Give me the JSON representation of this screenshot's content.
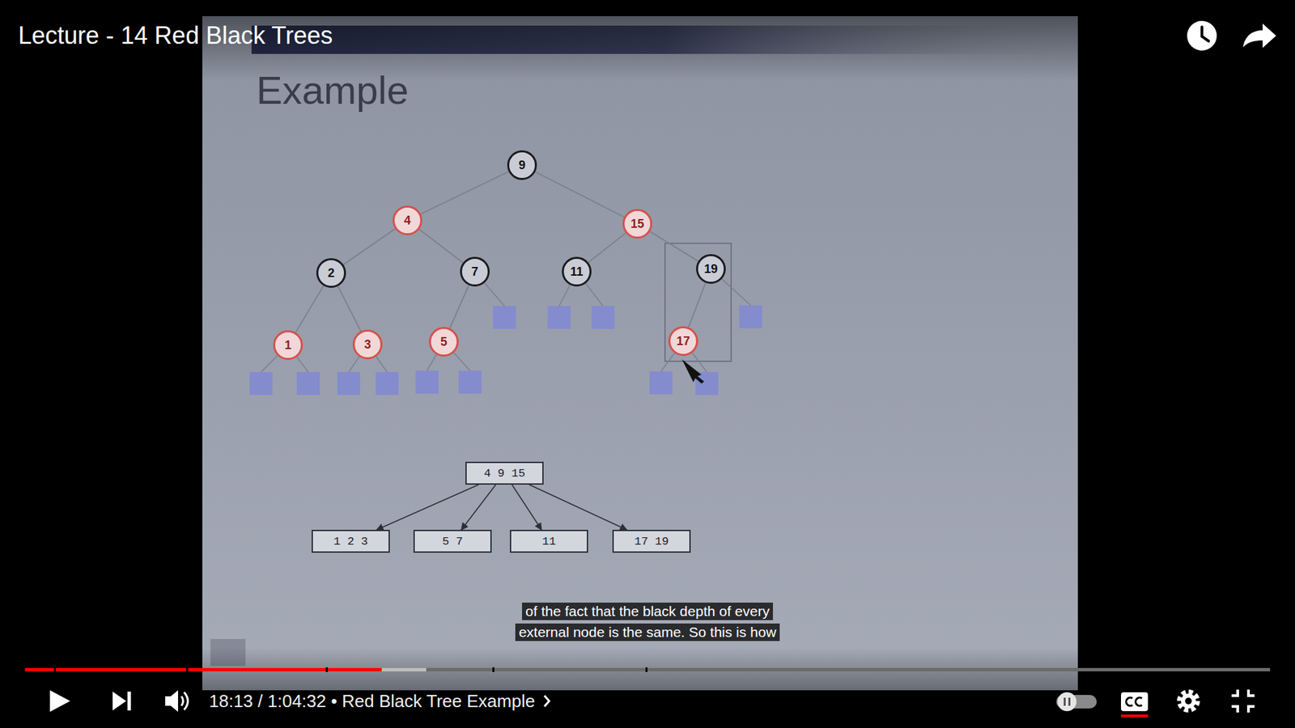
{
  "diagram": {
    "title": "Example",
    "nodes": [
      {
        "text": [
          "9"
        ]
      },
      {
        "text": [
          "4"
        ]
      },
      {
        "text": [
          "15"
        ]
      },
      {
        "text": [
          "2"
        ]
      },
      {
        "text": [
          "7"
        ]
      },
      {
        "text": [
          "11"
        ]
      },
      {
        "text": [
          "19"
        ]
      },
      {
        "text": [
          "1"
        ]
      },
      {
        "text": [
          "3"
        ]
      },
      {
        "text": [
          "5"
        ]
      },
      {
        "text": [
          "17"
        ]
      },
      {
        "text": [
          "4 9 15"
        ]
      },
      {
        "text": [
          "1 2 3"
        ]
      },
      {
        "text": [
          "5 7"
        ]
      },
      {
        "text": [
          "11"
        ]
      },
      {
        "text": [
          "17 19"
        ]
      }
    ],
    "edges": [
      {
        "from": 0,
        "to": 1,
        "arrow": "none"
      },
      {
        "from": 0,
        "to": 2,
        "arrow": "none"
      },
      {
        "from": 1,
        "to": 3,
        "arrow": "none"
      },
      {
        "from": 1,
        "to": 4,
        "arrow": "none"
      },
      {
        "from": 2,
        "to": 5,
        "arrow": "none"
      },
      {
        "from": 2,
        "to": 6,
        "arrow": "none"
      },
      {
        "from": 3,
        "to": 7,
        "arrow": "none"
      },
      {
        "from": 3,
        "to": 8,
        "arrow": "none"
      },
      {
        "from": 4,
        "to": 9,
        "arrow": "none"
      },
      {
        "from": 6,
        "to": 10,
        "arrow": "none"
      },
      {
        "from": 11,
        "to": 12,
        "arrow": "to"
      },
      {
        "from": 11,
        "to": 13,
        "arrow": "to"
      },
      {
        "from": 11,
        "to": 14,
        "arrow": "to"
      },
      {
        "from": 11,
        "to": 15,
        "arrow": "to"
      }
    ],
    "labels": [
      "Lecture - 14 Red Black Trees",
      "of the fact that the black depth of every",
      "external node is the same. So this is how",
      "18:13 / 1:04:32 • Red Black Tree Example"
    ]
  }
}
